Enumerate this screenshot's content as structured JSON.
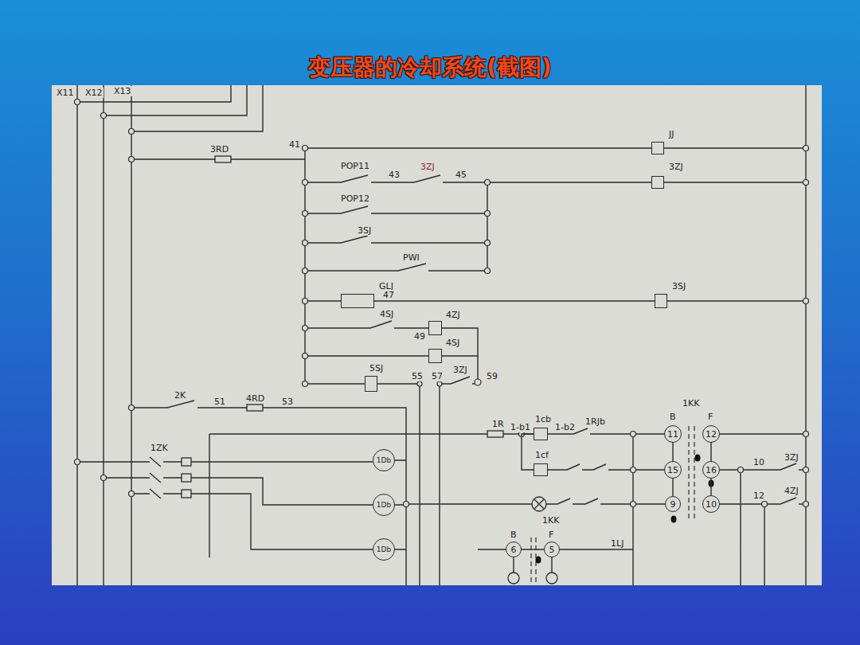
{
  "diagram": {
    "title": "变压器的冷却系统(截图)",
    "nodes": [
      {
        "text": [
          "JJ"
        ]
      },
      {
        "text": [
          "3ZJ"
        ]
      },
      {
        "text": [
          "GLJ"
        ]
      },
      {
        "text": [
          "3SJ"
        ]
      },
      {
        "text": [
          "4ZJ"
        ]
      },
      {
        "text": [
          "4SJ"
        ]
      },
      {
        "text": [
          "5SJ"
        ]
      },
      {
        "text": [
          "1cb"
        ]
      },
      {
        "text": [
          "1cf"
        ]
      },
      {
        "text": [
          "1Db"
        ]
      },
      {
        "text": [
          "1Db"
        ]
      },
      {
        "text": [
          "1Db"
        ]
      },
      {
        "text": [
          "11"
        ]
      },
      {
        "text": [
          "12"
        ]
      },
      {
        "text": [
          "15"
        ]
      },
      {
        "text": [
          "16"
        ]
      },
      {
        "text": [
          "9"
        ]
      },
      {
        "text": [
          "10"
        ]
      },
      {
        "text": [
          "6"
        ]
      },
      {
        "text": [
          "5"
        ]
      }
    ],
    "edges": [
      {
        "from": 12,
        "to": 14,
        "arrow": "none"
      },
      {
        "from": 14,
        "to": 16,
        "arrow": "none"
      },
      {
        "from": 13,
        "to": 15,
        "arrow": "none"
      },
      {
        "from": 15,
        "to": 17,
        "arrow": "none"
      },
      {
        "from": 4,
        "to": 5,
        "arrow": "none"
      },
      {
        "from": 7,
        "to": 8,
        "arrow": "none"
      }
    ],
    "labels": [
      "X11",
      "X12",
      "X13",
      "3RD",
      "41",
      "POP11",
      "43",
      "3ZJ",
      "45",
      "POP12",
      "3SJ",
      "PWI",
      "47",
      "4SJ",
      "49",
      "55",
      "57",
      "3ZJ",
      "59",
      "2K",
      "51",
      "4RD",
      "53",
      "1ZK",
      "1R",
      "1-b1",
      "1-b2",
      "1RJb",
      "1KK",
      "B",
      "F",
      "10",
      "3ZJ",
      "12",
      "4ZJ",
      "1KK",
      "B",
      "F",
      "1LJ"
    ]
  }
}
